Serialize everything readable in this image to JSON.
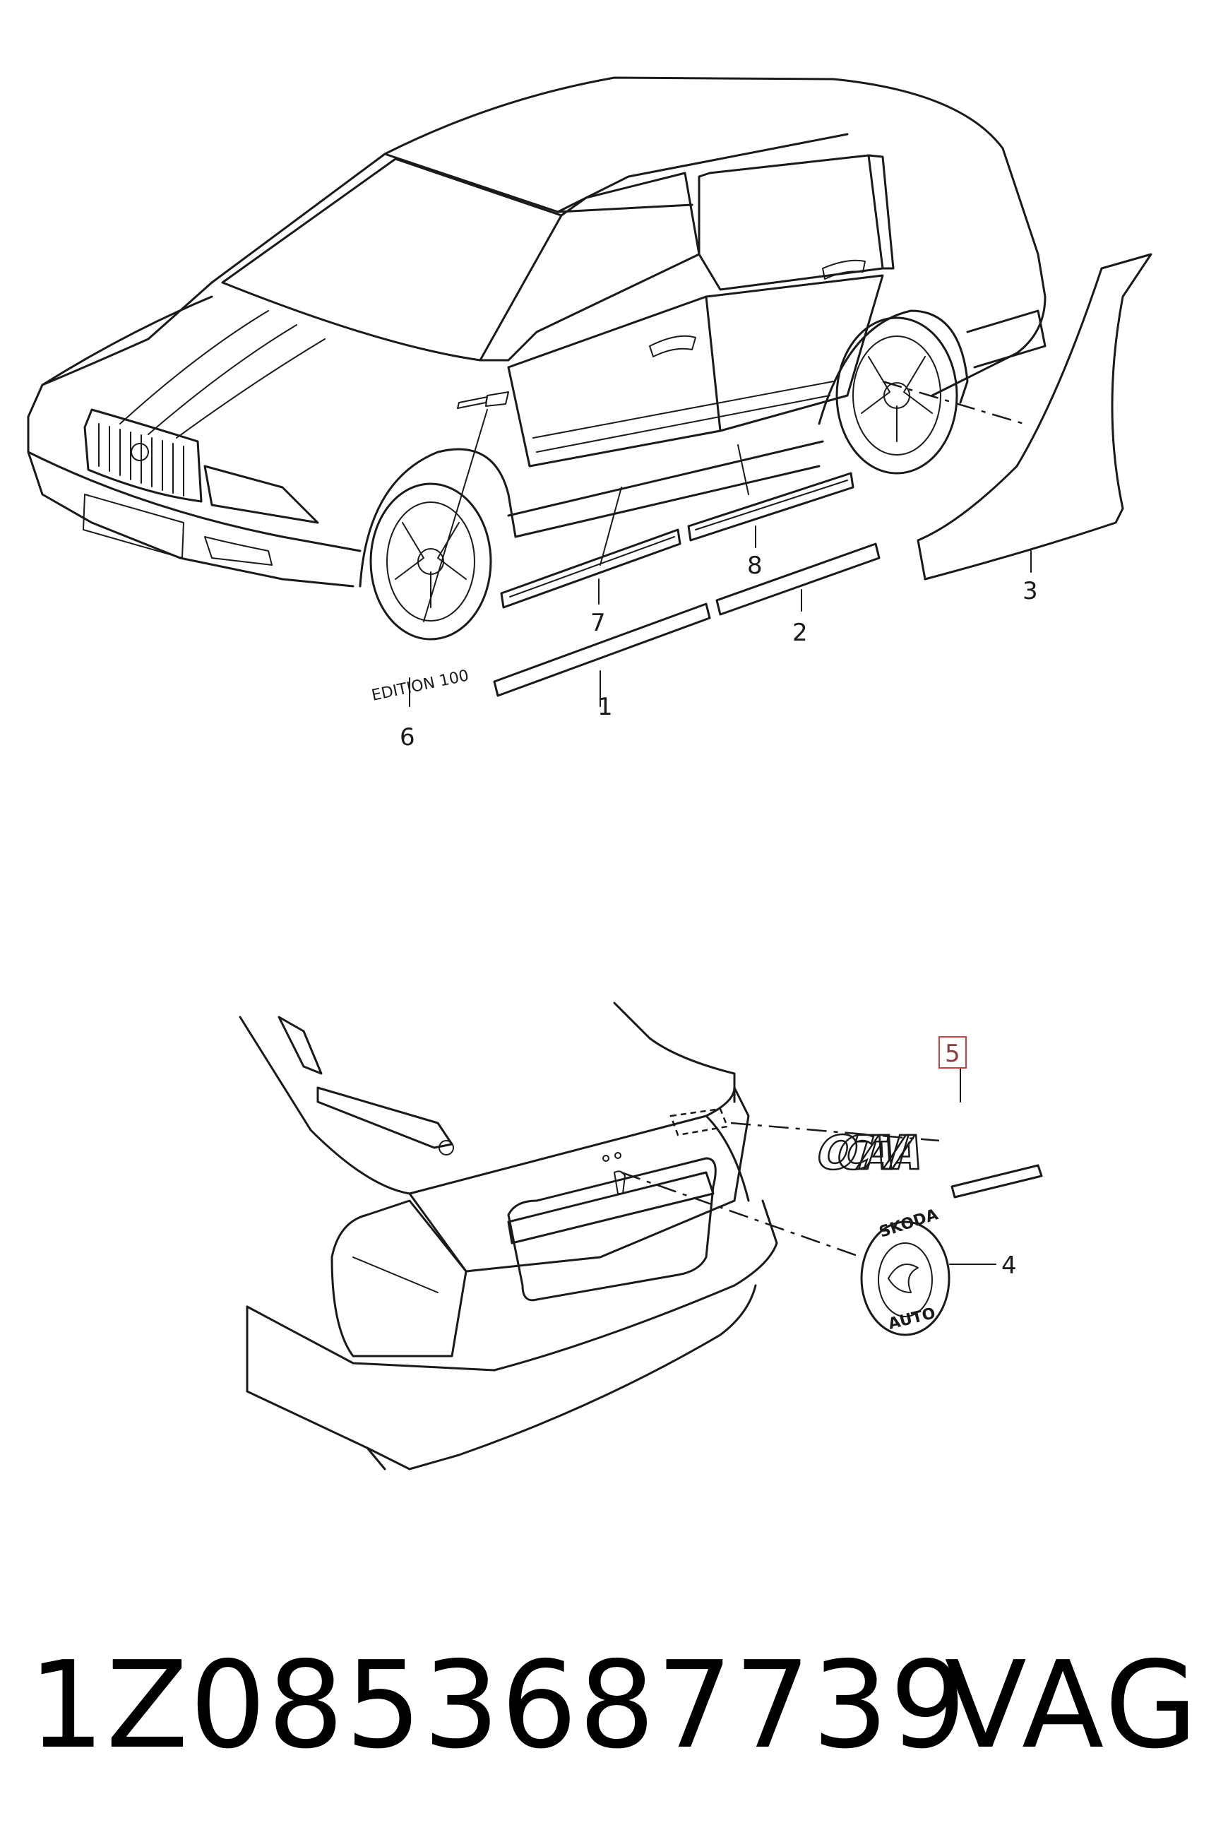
{
  "callouts": {
    "c1": "1",
    "c2": "2",
    "c3": "3",
    "c4": "4",
    "c5": "5",
    "c6": "6",
    "c7": "7",
    "c8": "8"
  },
  "badge_text": "EDITION 100",
  "octavia_text": "OCTAVIA",
  "emblem": {
    "top": "SKODA",
    "bottom": "AUTO"
  },
  "footer": {
    "part_number": "1Z0853687739",
    "brand": "VAG"
  },
  "colors": {
    "line": "#1a1a1a",
    "highlight_box": "#d04040"
  }
}
